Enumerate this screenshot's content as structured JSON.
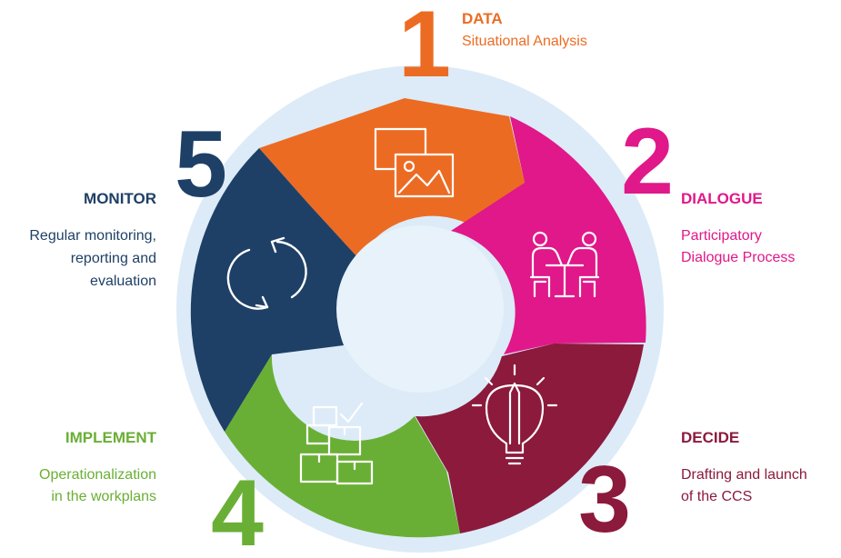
{
  "steps": [
    {
      "number": "1",
      "title": "DATA",
      "description_lines": [
        "Situational Analysis"
      ],
      "color": "#ec6b23",
      "icon": "image-gallery-icon"
    },
    {
      "number": "2",
      "title": "DIALOGUE",
      "description_lines": [
        "Participatory",
        "Dialogue Process"
      ],
      "color": "#e0188a",
      "icon": "dialogue-table-icon"
    },
    {
      "number": "3",
      "title": "DECIDE",
      "description_lines": [
        "Drafting and launch",
        "of the CCS"
      ],
      "color": "#8c1a3c",
      "icon": "lightbulb-pencil-icon"
    },
    {
      "number": "4",
      "title": "IMPLEMENT",
      "description_lines": [
        "Operationalization",
        "in the workplans"
      ],
      "color": "#6aaf35",
      "icon": "boxes-check-icon"
    },
    {
      "number": "5",
      "title": "MONITOR",
      "description_lines": [
        "Regular monitoring,",
        "reporting and",
        "evaluation"
      ],
      "color": "#1e4066",
      "icon": "refresh-cycle-icon"
    }
  ],
  "colors": {
    "ring": "#dcebf7",
    "hub": "#e8f2fa"
  }
}
